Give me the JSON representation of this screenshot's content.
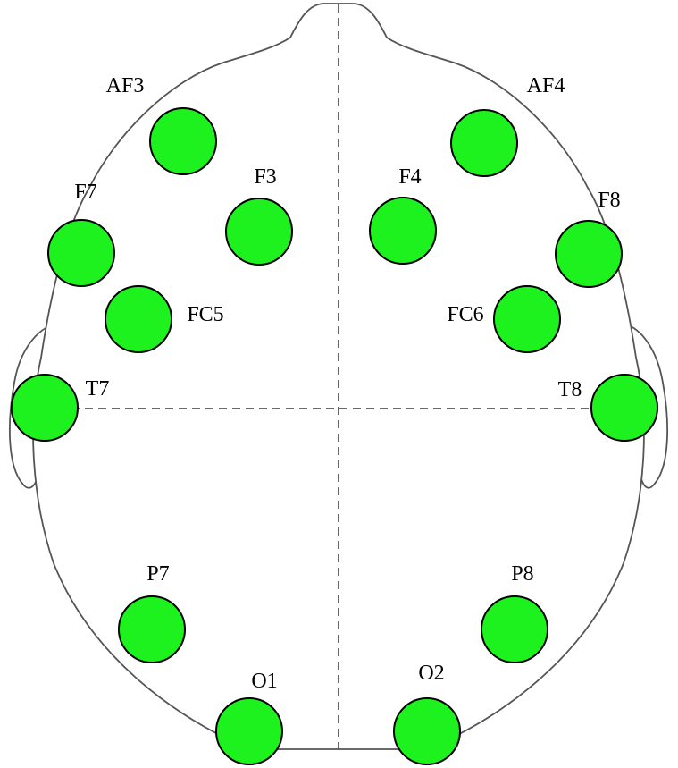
{
  "title": "EEG electrode montage (14 channels, top view of head)",
  "colors": {
    "electrode_fill": "#1ef21e",
    "electrode_stroke": "#000000",
    "outline": "#555555",
    "background": "#ffffff"
  },
  "electrodes": [
    {
      "label": "AF3"
    },
    {
      "label": "AF4"
    },
    {
      "label": "F7"
    },
    {
      "label": "F3"
    },
    {
      "label": "F4"
    },
    {
      "label": "F8"
    },
    {
      "label": "FC5"
    },
    {
      "label": "FC6"
    },
    {
      "label": "T7"
    },
    {
      "label": "T8"
    },
    {
      "label": "P7"
    },
    {
      "label": "P8"
    },
    {
      "label": "O1"
    },
    {
      "label": "O2"
    }
  ]
}
